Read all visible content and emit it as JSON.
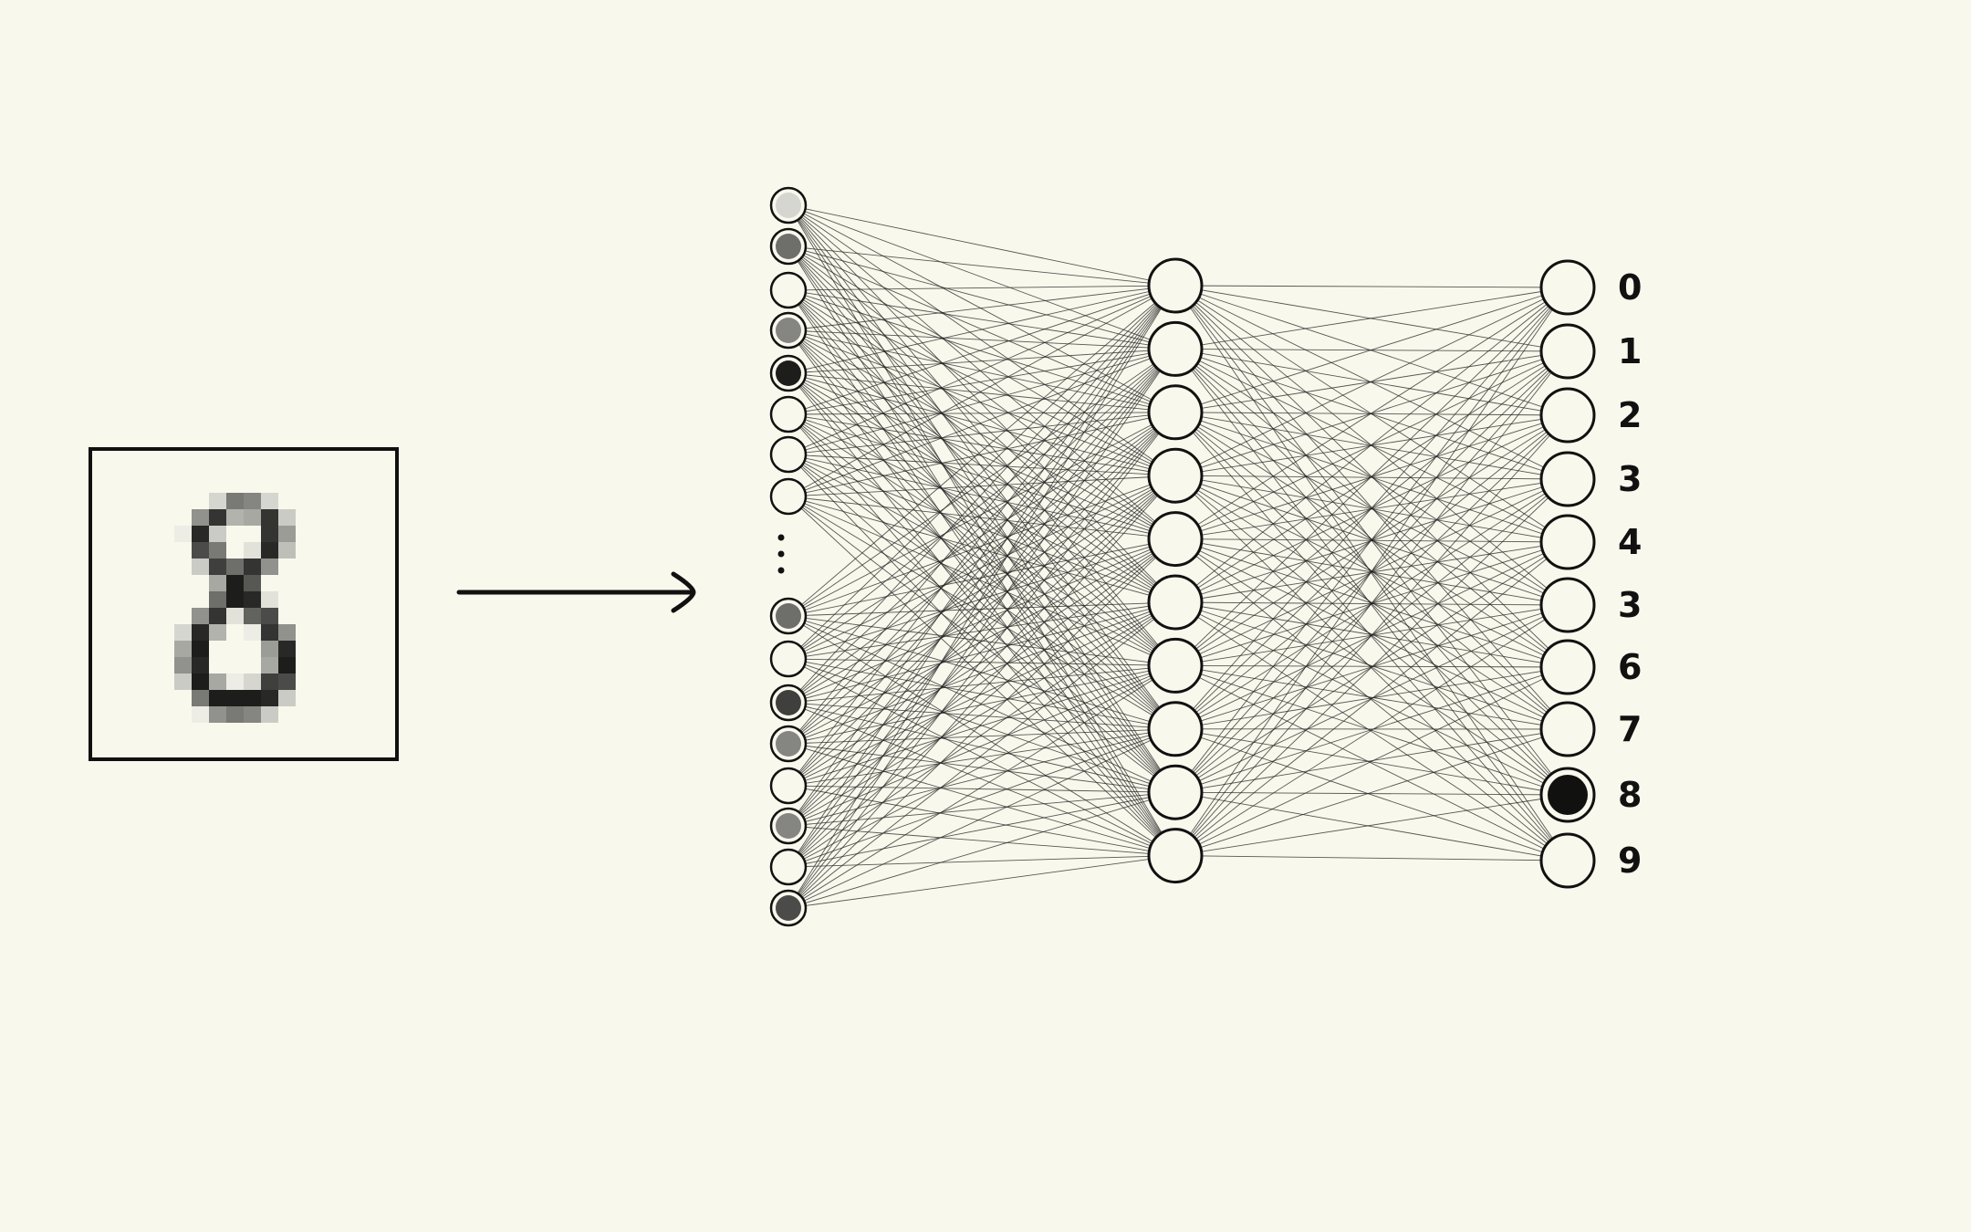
{
  "input_image": {
    "digit": "8",
    "grid_rows": 14,
    "grid_cols": 7,
    "pixels": [
      [
        0,
        0,
        0.15,
        0.55,
        0.5,
        0.15,
        0
      ],
      [
        0,
        0.45,
        0.85,
        0.3,
        0.35,
        0.85,
        0.2
      ],
      [
        0.05,
        0.9,
        0.2,
        0,
        0,
        0.85,
        0.4
      ],
      [
        0,
        0.75,
        0.55,
        0,
        0.1,
        0.9,
        0.25
      ],
      [
        0,
        0.2,
        0.8,
        0.6,
        0.85,
        0.45,
        0
      ],
      [
        0,
        0,
        0.35,
        0.95,
        0.7,
        0,
        0
      ],
      [
        0,
        0,
        0.6,
        0.95,
        0.9,
        0.1,
        0
      ],
      [
        0,
        0.45,
        0.85,
        0.1,
        0.65,
        0.75,
        0
      ],
      [
        0.15,
        0.9,
        0.3,
        0,
        0.05,
        0.85,
        0.45
      ],
      [
        0.35,
        0.95,
        0,
        0,
        0,
        0.4,
        0.9
      ],
      [
        0.45,
        0.9,
        0,
        0,
        0,
        0.35,
        0.95
      ],
      [
        0.2,
        0.95,
        0.35,
        0.05,
        0.15,
        0.8,
        0.75
      ],
      [
        0,
        0.55,
        0.95,
        0.95,
        0.95,
        0.9,
        0.2
      ],
      [
        0,
        0.05,
        0.45,
        0.55,
        0.5,
        0.2,
        0
      ]
    ]
  },
  "input_layer": {
    "top_activations": [
      0.15,
      0.6,
      0,
      0.5,
      0.95,
      0,
      0,
      0
    ],
    "bottom_activations": [
      0.6,
      0,
      0.8,
      0.5,
      0,
      0.5,
      0,
      0.75
    ]
  },
  "hidden_layer": {
    "count": 10
  },
  "output_layer": {
    "labels": [
      "0",
      "1",
      "2",
      "3",
      "4",
      "3",
      "6",
      "7",
      "8",
      "9"
    ],
    "activations": [
      0,
      0,
      0,
      0,
      0,
      0,
      0,
      0,
      1,
      0
    ]
  },
  "colors": {
    "background": "#f9f8ec",
    "ink": "#111111",
    "edge": "#222222"
  }
}
